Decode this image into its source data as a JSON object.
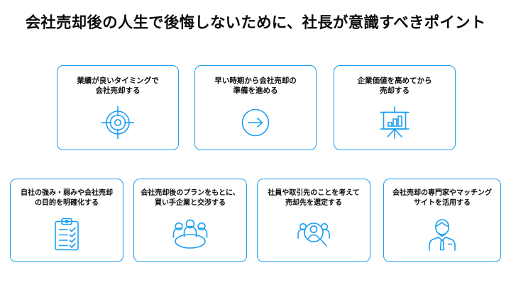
{
  "slide": {
    "title": "会社売却後の人生で後悔しないために、社長が意識すべきポイント",
    "accent_color": "#1a9ef0",
    "text_color": "#0d0d0d",
    "background_color": "#ffffff"
  },
  "row1": {
    "cards": [
      {
        "label": "業績が良いタイミングで\n会社売却する",
        "icon": "target-icon"
      },
      {
        "label": "早い時期から会社売却の\n準備を進める",
        "icon": "arrow-circle-icon"
      },
      {
        "label": "企業価値を高めてから\n売却する",
        "icon": "presentation-chart-icon"
      }
    ]
  },
  "row2": {
    "cards": [
      {
        "label": "自社の強み・弱みや会社売却\nの目的を明確化する",
        "icon": "clipboard-checklist-icon"
      },
      {
        "label": "会社売却後のプランをもとに、\n買い手企業と交渉する",
        "icon": "meeting-people-icon"
      },
      {
        "label": "社員や取引先のことを考えて\n売却先を選定する",
        "icon": "person-search-icon"
      },
      {
        "label": "会社売却の専門家やマッチング\nサイトを活用する",
        "icon": "businessman-icon"
      }
    ]
  }
}
